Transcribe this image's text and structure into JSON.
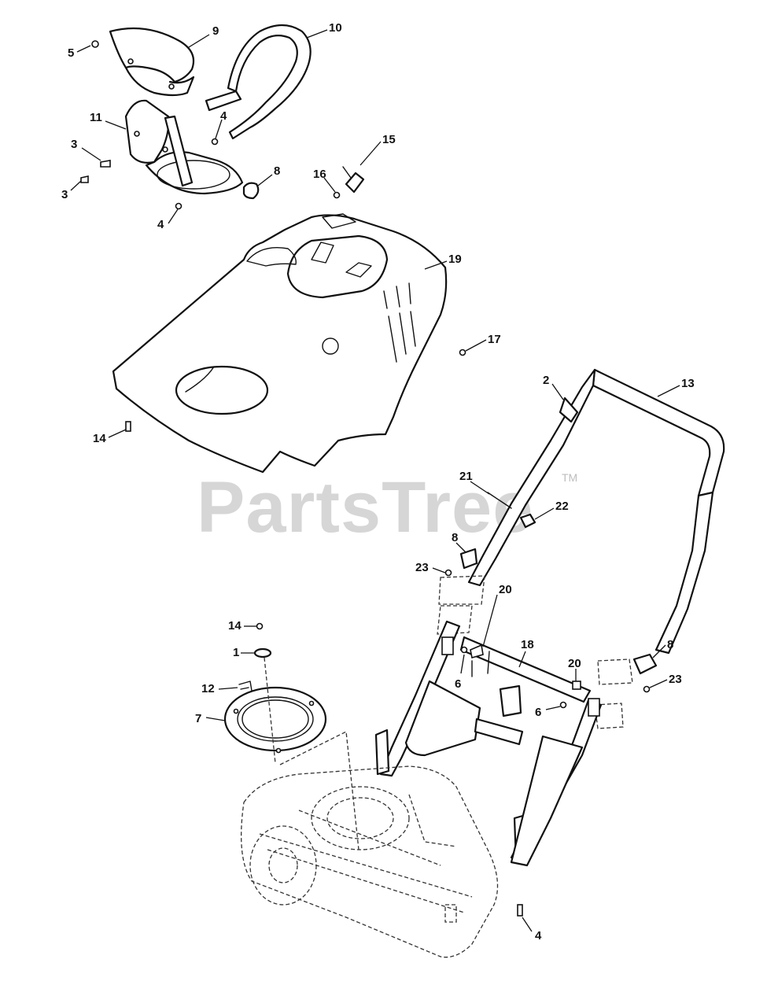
{
  "watermark": {
    "text": "PartsTree",
    "trademark": "TM"
  },
  "callouts": [
    {
      "id": "c5a",
      "label": "5"
    },
    {
      "id": "c9",
      "label": "9"
    },
    {
      "id": "c10",
      "label": "10"
    },
    {
      "id": "c11",
      "label": "11"
    },
    {
      "id": "c4a",
      "label": "4"
    },
    {
      "id": "c3a",
      "label": "3"
    },
    {
      "id": "c3b",
      "label": "3"
    },
    {
      "id": "c8a",
      "label": "8"
    },
    {
      "id": "c4b",
      "label": "4"
    },
    {
      "id": "c16",
      "label": "16"
    },
    {
      "id": "c15",
      "label": "15"
    },
    {
      "id": "c19",
      "label": "19"
    },
    {
      "id": "c17",
      "label": "17"
    },
    {
      "id": "c14a",
      "label": "14"
    },
    {
      "id": "c2",
      "label": "2"
    },
    {
      "id": "c13",
      "label": "13"
    },
    {
      "id": "c21",
      "label": "21"
    },
    {
      "id": "c22",
      "label": "22"
    },
    {
      "id": "c8b",
      "label": "8"
    },
    {
      "id": "c23a",
      "label": "23"
    },
    {
      "id": "c20a",
      "label": "20"
    },
    {
      "id": "c14b",
      "label": "14"
    },
    {
      "id": "c1",
      "label": "1"
    },
    {
      "id": "c18",
      "label": "18"
    },
    {
      "id": "c6a",
      "label": "6"
    },
    {
      "id": "c20b",
      "label": "20"
    },
    {
      "id": "c12",
      "label": "12"
    },
    {
      "id": "c8c",
      "label": "8"
    },
    {
      "id": "c23b",
      "label": "23"
    },
    {
      "id": "c7",
      "label": "7"
    },
    {
      "id": "c6b",
      "label": "6"
    },
    {
      "id": "c4c",
      "label": "4"
    }
  ]
}
